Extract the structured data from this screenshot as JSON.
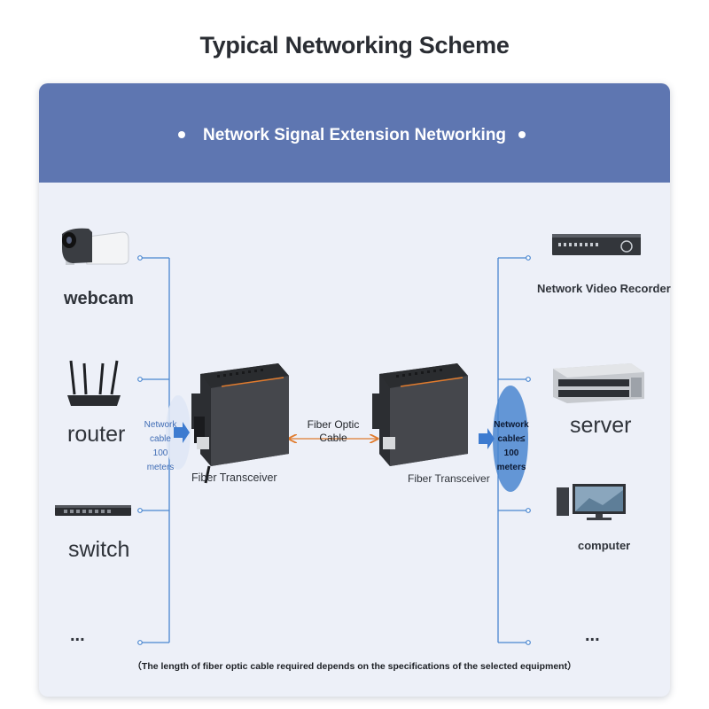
{
  "title": "Typical Networking Scheme",
  "banner": {
    "text": "Network Signal Extension Networking"
  },
  "left_devices": [
    {
      "label": "webcam"
    },
    {
      "label": "router"
    },
    {
      "label": "switch"
    },
    {
      "label": "..."
    }
  ],
  "right_devices": [
    {
      "label": "Network Video Recorder"
    },
    {
      "label": "server"
    },
    {
      "label": "computer"
    },
    {
      "label": "..."
    }
  ],
  "left_cable": {
    "label": "Network cable 100 meters"
  },
  "right_cable": {
    "label": "Network cable≤ 100 meters"
  },
  "fiber_cable": {
    "label": "Fiber Optic Cable"
  },
  "transceiver_left": {
    "label": "Fiber Transceiver"
  },
  "transceiver_right": {
    "label": "Fiber Transceiver"
  },
  "footnote": "（The length of fiber optic cable required depends on the specifications of the selected equipment）",
  "colors": {
    "banner": "#5e76b1",
    "card": "#edf0f8",
    "line_blue": "#4a86d0",
    "fiber_orange": "#e07b2e",
    "device_dark": "#2e3136"
  },
  "icons": [
    "webcam-icon",
    "router-icon",
    "switch-icon",
    "nvr-icon",
    "server-icon",
    "computer-icon",
    "fiber-transceiver-icon",
    "arrow-right-icon"
  ]
}
